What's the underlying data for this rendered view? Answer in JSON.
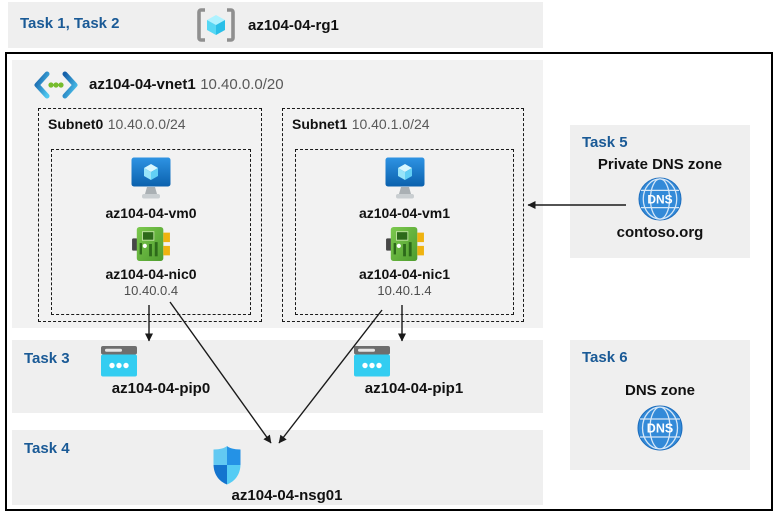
{
  "header": {
    "tasks": "Task 1, Task 2",
    "resource_group": "az104-04-rg1"
  },
  "vnet": {
    "name": "az104-04-vnet1",
    "cidr": "10.40.0.0/20"
  },
  "subnet0": {
    "name": "Subnet0",
    "cidr": "10.40.0.0/24",
    "vm": "az104-04-vm0",
    "nic": "az104-04-nic0",
    "ip": "10.40.0.4"
  },
  "subnet1": {
    "name": "Subnet1",
    "cidr": "10.40.1.0/24",
    "vm": "az104-04-vm1",
    "nic": "az104-04-nic1",
    "ip": "10.40.1.4"
  },
  "task3": {
    "label": "Task 3",
    "pip0": "az104-04-pip0",
    "pip1": "az104-04-pip1"
  },
  "task4": {
    "label": "Task 4",
    "nsg": "az104-04-nsg01"
  },
  "task5": {
    "label": "Task 5",
    "title": "Private DNS zone",
    "zone": "contoso.org"
  },
  "task6": {
    "label": "Task 6",
    "title": "DNS zone"
  },
  "icons": {
    "dns_label": "DNS"
  },
  "colors": {
    "task_label": "#1a5a96",
    "band_bg": "#efefef",
    "vnet_bg": "#f2f2f2",
    "arrow": "#1a1a1a",
    "azure_blue": "#0b61ad",
    "nic_green": "#5aa637",
    "pip_cyan": "#33cdf1",
    "dns_blue": "#338ad8"
  }
}
